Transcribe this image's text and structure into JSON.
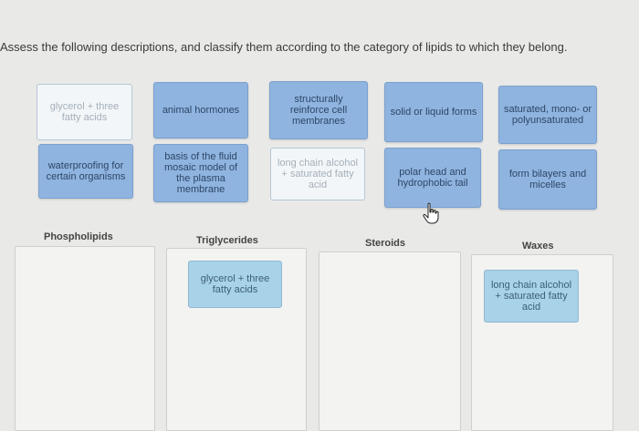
{
  "instruction": "Assess the following descriptions, and classify them according to the category of lipids to which they belong.",
  "cards": [
    {
      "id": "glycerol",
      "text": "glycerol + three fatty acids",
      "state": "ghost"
    },
    {
      "id": "animal-hormones",
      "text": "animal hormones",
      "state": "active"
    },
    {
      "id": "structurally-reinforce",
      "text": "structurally reinforce cell membranes",
      "state": "active"
    },
    {
      "id": "solid-or-liquid",
      "text": "solid or liquid forms",
      "state": "active"
    },
    {
      "id": "saturated-mono",
      "text": "saturated, mono- or polyunsaturated",
      "state": "active"
    },
    {
      "id": "waterproofing",
      "text": "waterproofing for certain organisms",
      "state": "active"
    },
    {
      "id": "fluid-mosaic",
      "text": "basis of the fluid mosaic model of the plasma membrane",
      "state": "active"
    },
    {
      "id": "long-chain-alcohol",
      "text": "long chain alcohol + saturated fatty acid",
      "state": "ghost"
    },
    {
      "id": "polar-head",
      "text": "polar head and hydrophobic tail",
      "state": "active"
    },
    {
      "id": "bilayers-micelles",
      "text": "form bilayers and micelles",
      "state": "active"
    }
  ],
  "categories": [
    {
      "id": "phospholipids",
      "label": "Phospholipids",
      "items": []
    },
    {
      "id": "triglycerides",
      "label": "Triglycerides",
      "items": [
        "glycerol + three fatty acids"
      ]
    },
    {
      "id": "steroids",
      "label": "Steroids",
      "items": []
    },
    {
      "id": "waxes",
      "label": "Waxes",
      "items": [
        "long chain alcohol + saturated fatty acid"
      ]
    }
  ],
  "icons": {
    "cursor": "hand-pointer-icon"
  }
}
